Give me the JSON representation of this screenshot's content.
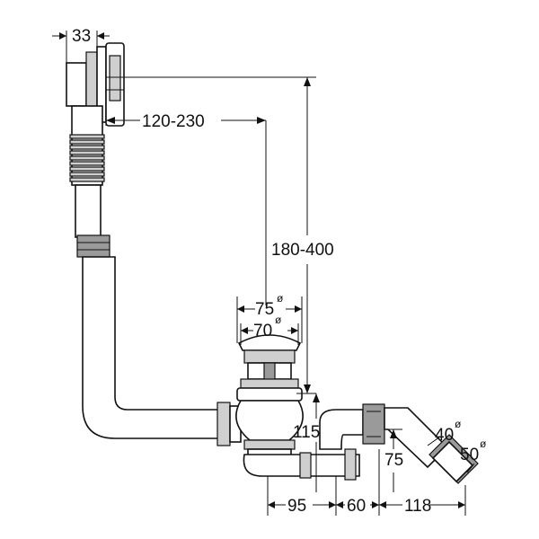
{
  "dimensions": {
    "overflow_depth": "33",
    "horizontal_offset": "120-230",
    "vertical_height": "180-400",
    "outer_diameter": "75",
    "inner_diameter": "70",
    "trap_height": "115",
    "outlet_height": "75",
    "length_a": "95",
    "length_b": "60",
    "length_c": "118",
    "outlet_diameter_inner": "40",
    "outlet_diameter_outer": "50",
    "diameter_symbol": "ø"
  }
}
